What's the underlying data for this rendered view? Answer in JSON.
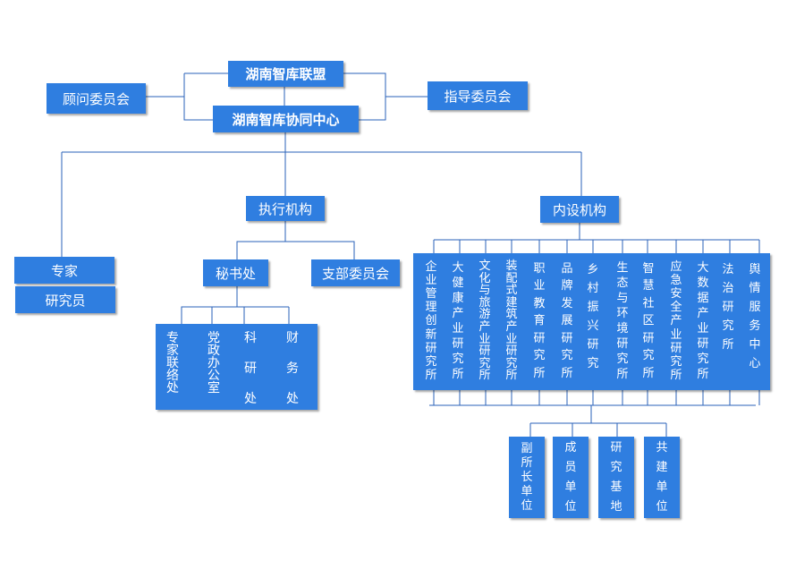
{
  "colors": {
    "box": "#2f7ee0",
    "line": "#2a62b8"
  },
  "top": {
    "alliance": "湖南智库联盟",
    "center": "湖南智库协同中心",
    "advisory": "顾问委员会",
    "guidance": "指导委员会"
  },
  "experts": {
    "expert": "专家",
    "researcher": "研究员"
  },
  "execution": {
    "title": "执行机构",
    "secretariat": "秘书处",
    "branch": "支部委员会",
    "divisions": [
      "专家联络处",
      "党政办公室",
      "科研处",
      "财务处"
    ]
  },
  "internal": {
    "title": "内设机构",
    "institutes": [
      "企业管理创新研究所",
      "大健康产业研究所",
      "文化与旅游产业研究所",
      "装配式建筑产业研究所",
      "职业教育研究所",
      "品牌发展研究所",
      "乡村振兴研究",
      "生态与环境研究所",
      "智慧社区研究所",
      "应急安全产业研究所",
      "大数据产业研究所",
      "法治研究所",
      "舆情服务中心"
    ],
    "units": [
      "副所长单位",
      "成员单位",
      "研究基地",
      "共建单位"
    ]
  }
}
